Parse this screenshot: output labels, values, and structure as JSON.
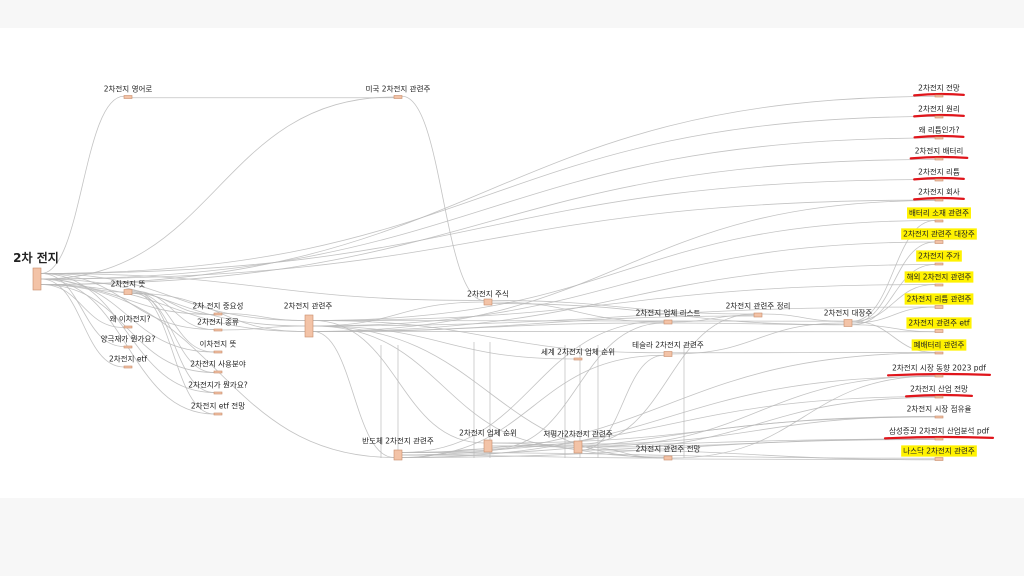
{
  "diagram": {
    "root": "2차 전지",
    "nodes": [
      {
        "id": "root",
        "label": "2차 전지"
      },
      {
        "id": "en",
        "label": "2차전지 영어로"
      },
      {
        "id": "us",
        "label": "미국 2차전지 관련주"
      },
      {
        "id": "tteut",
        "label": "2차전지 뜻"
      },
      {
        "id": "why",
        "label": "왜 이차전지?"
      },
      {
        "id": "yang",
        "label": "양극재가 뭔가요?"
      },
      {
        "id": "etf1",
        "label": "2차전지 etf"
      },
      {
        "id": "imp",
        "label": "2차 전지 중요성"
      },
      {
        "id": "kind",
        "label": "2차전지 종류"
      },
      {
        "id": "itteut",
        "label": "이차전지 뜻"
      },
      {
        "id": "biz",
        "label": "2차전지 사용분야"
      },
      {
        "id": "what",
        "label": "2차전지가 뭔가요?"
      },
      {
        "id": "etfo",
        "label": "2차전지 etf 전망"
      },
      {
        "id": "rel",
        "label": "2차전지 관련주"
      },
      {
        "id": "semi",
        "label": "반도체 2차전지 관련주"
      },
      {
        "id": "stock",
        "label": "2차전지 주식"
      },
      {
        "id": "wrank",
        "label": "세계 2차전지 업체 순위"
      },
      {
        "id": "crank",
        "label": "2차전지 업체 순위"
      },
      {
        "id": "cheap",
        "label": "저평가2차전지 관련주"
      },
      {
        "id": "list",
        "label": "2차전지 업체 리스트"
      },
      {
        "id": "tesla",
        "label": "테슬라 2차전지 관련주"
      },
      {
        "id": "relo",
        "label": "2차전지 관련주 전망"
      },
      {
        "id": "org",
        "label": "2차전지 관련주 정리"
      },
      {
        "id": "big",
        "label": "2차전지 대장주"
      },
      {
        "id": "r1",
        "label": "2차전지 전망"
      },
      {
        "id": "r2",
        "label": "2차전지 원리"
      },
      {
        "id": "r3",
        "label": "왜 리튬인가?"
      },
      {
        "id": "r4",
        "label": "2차전지 배터리"
      },
      {
        "id": "r5",
        "label": "2차전지 리튬"
      },
      {
        "id": "r6",
        "label": "2차전지 회사"
      },
      {
        "id": "r7",
        "label": "배터리 소재 관련주"
      },
      {
        "id": "r8",
        "label": "2차전지 관련주 대장주"
      },
      {
        "id": "r9",
        "label": "2차전지 주가"
      },
      {
        "id": "r10",
        "label": "해외 2차전지 관련주"
      },
      {
        "id": "r11",
        "label": "2차전지 리튬 관련주"
      },
      {
        "id": "r12",
        "label": "2차전지 관련주 etf"
      },
      {
        "id": "r13",
        "label": "폐배터리 관련주"
      },
      {
        "id": "r14",
        "label": "2차전지 시장 동향 2023 pdf"
      },
      {
        "id": "r15",
        "label": "2차전지 산업 전망"
      },
      {
        "id": "r16",
        "label": "2차전지 시장 점유율"
      },
      {
        "id": "r17",
        "label": "삼성증권 2차전지 산업분석 pdf"
      },
      {
        "id": "r18",
        "label": "나스닥 2차전지 관련주"
      }
    ],
    "highlighted": [
      "r7",
      "r8",
      "r9",
      "r10",
      "r11",
      "r12",
      "r13",
      "r18"
    ],
    "underlined": [
      "r1",
      "r2",
      "r3",
      "r4",
      "r5",
      "r6",
      "r14",
      "r15",
      "r17"
    ],
    "colors": {
      "node": "#f3c3a7",
      "link": "#b9b9b9",
      "highlight": "#fff200",
      "underline": "#e0151b"
    }
  }
}
